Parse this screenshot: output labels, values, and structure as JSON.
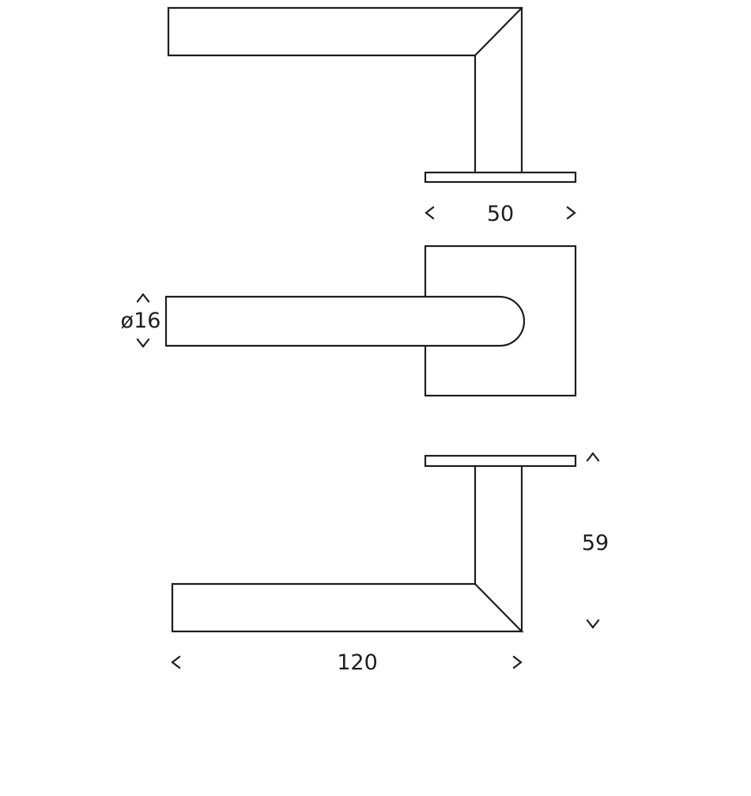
{
  "colors": {
    "line": "#1d1d1d",
    "background": "#ffffff"
  },
  "dimensions": {
    "rose_width": "50",
    "handle_diameter": "ø16",
    "neck_height": "59",
    "handle_length": "120"
  }
}
